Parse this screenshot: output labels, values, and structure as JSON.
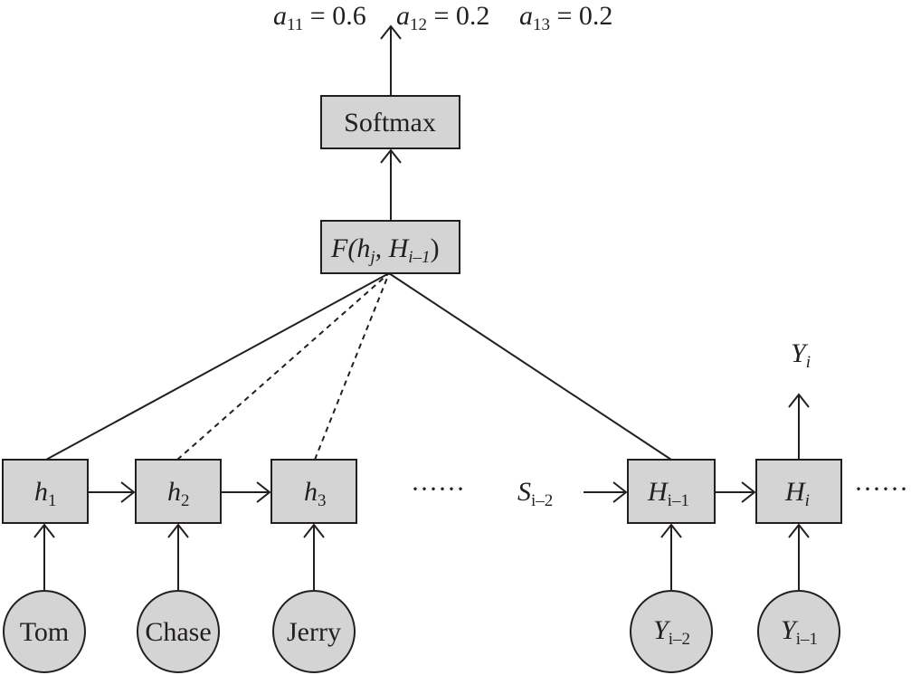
{
  "attention_weights": [
    {
      "var": "a",
      "sub": "11",
      "eq": " = 0.6"
    },
    {
      "var": "a",
      "sub": "12",
      "eq": " = 0.2"
    },
    {
      "var": "a",
      "sub": "13",
      "eq": " = 0.2"
    }
  ],
  "softmax": {
    "label": "Softmax"
  },
  "score_function": {
    "label": "F(h",
    "h_sub": "j",
    "sep": ", H",
    "H_sub": "i–1",
    "close": ")"
  },
  "encoder_states": [
    {
      "var": "h",
      "sub": "1"
    },
    {
      "var": "h",
      "sub": "2"
    },
    {
      "var": "h",
      "sub": "3"
    }
  ],
  "encoder_inputs": [
    "Tom",
    "Chase",
    "Jerry"
  ],
  "ellipsis": "······",
  "prev_state": {
    "var": "S",
    "sub": "i–2"
  },
  "decoder_states": [
    {
      "var": "H",
      "sub": "i–1"
    },
    {
      "var": "H",
      "sub": "i"
    }
  ],
  "decoder_inputs": [
    {
      "var": "Y",
      "sub": "i–2"
    },
    {
      "var": "Y",
      "sub": "i–1"
    }
  ],
  "output": {
    "var": "Y",
    "sub": "i"
  }
}
